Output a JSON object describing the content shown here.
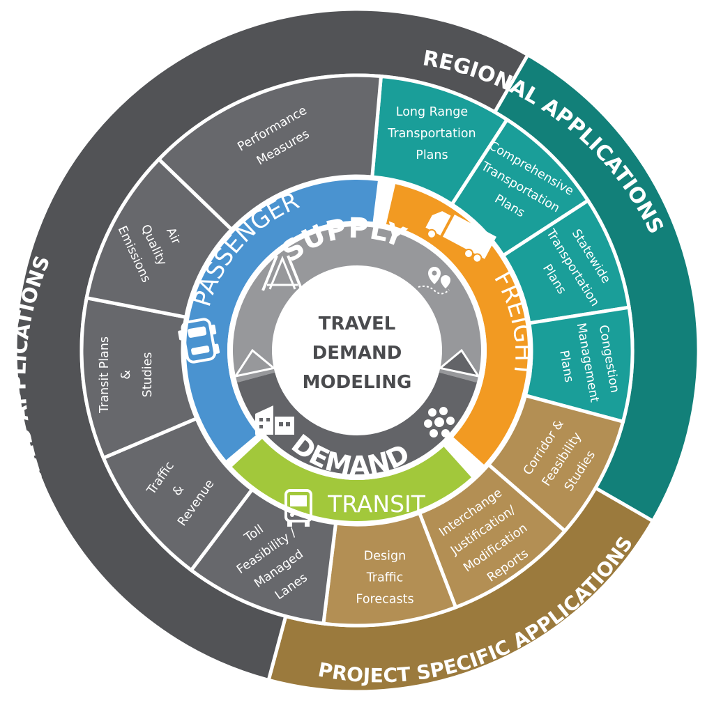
{
  "center": {
    "lines": [
      "TRAVEL",
      "DEMAND",
      "MODELING"
    ]
  },
  "core": {
    "supply": "SUPPLY",
    "demand": "DEMAND"
  },
  "modes": {
    "passenger": "PASSENGER",
    "freight": "FREIGHT",
    "transit": "TRANSIT"
  },
  "outer_bands": {
    "regional": "REGIONAL APPLICATIONS",
    "specialized": "SPECIALIZED APPLICATIONS",
    "project": "PROJECT SPECIFIC APPLICATIONS"
  },
  "segments": [
    {
      "group": "regional",
      "lines": [
        "Long Range",
        "Transportation",
        "Plans"
      ]
    },
    {
      "group": "regional",
      "lines": [
        "Comprehensive",
        "Transportation",
        "Plans"
      ]
    },
    {
      "group": "regional",
      "lines": [
        "Statewide",
        "Transportation",
        "Plans"
      ]
    },
    {
      "group": "regional",
      "lines": [
        "Congestion",
        "Management",
        "Plans"
      ]
    },
    {
      "group": "project",
      "lines": [
        "Corridor &",
        "Feasibility",
        "Studies"
      ]
    },
    {
      "group": "project",
      "lines": [
        "Interchange",
        "Justification/",
        "Modification",
        "Reports"
      ]
    },
    {
      "group": "project",
      "lines": [
        "Design",
        "Traffic",
        "Forecasts"
      ]
    },
    {
      "group": "specialized",
      "lines": [
        "Toll",
        "Feasibility /",
        "Managed",
        "Lanes"
      ]
    },
    {
      "group": "specialized",
      "lines": [
        "Traffic",
        "&",
        "Revenue"
      ]
    },
    {
      "group": "specialized",
      "lines": [
        "Transit Plans",
        "&",
        "Studies"
      ]
    },
    {
      "group": "specialized",
      "lines": [
        "Air",
        "Quality",
        "Emissions"
      ]
    },
    {
      "group": "specialized",
      "lines": [
        "Performance",
        "Measures"
      ]
    }
  ],
  "colors": {
    "regional_band": "#128079",
    "regional_segment": "#1a9e99",
    "project_band": "#9b7a3d",
    "project_segment": "#b38f54",
    "specialized_band": "#525356",
    "specialized_segment": "#67686c",
    "passenger": "#4a93d0",
    "freight": "#f29a22",
    "transit": "#a2c83b",
    "supply": "#97989b",
    "demand": "#636468"
  },
  "icons": [
    "car-icon",
    "truck-icon",
    "bus-icon",
    "road-icon",
    "map-pins-icon",
    "buildings-icon",
    "people-icon"
  ]
}
